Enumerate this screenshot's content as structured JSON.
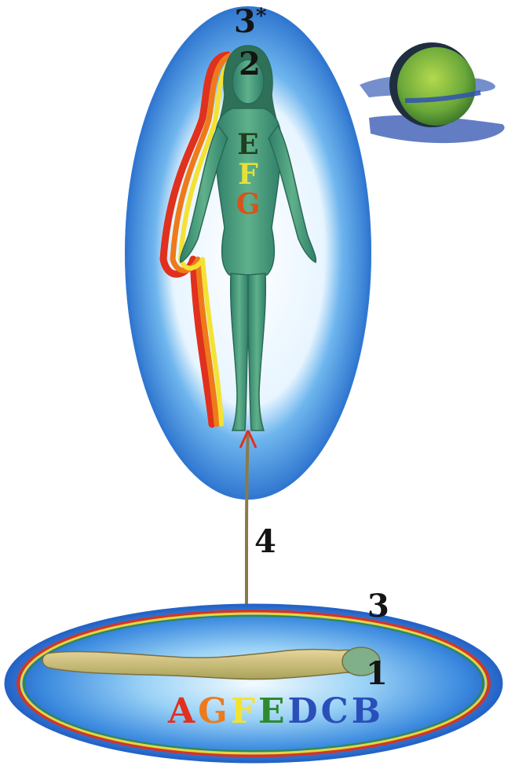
{
  "labels": {
    "upper_number": "2",
    "aura_number_top": "3",
    "aura_star": "*",
    "cord_number": "4",
    "lower_aura_number": "3",
    "body_number": "1"
  },
  "column_letters": [
    {
      "letter": "E",
      "color": "#1f3f1f"
    },
    {
      "letter": "F",
      "color": "#e5e03a"
    },
    {
      "letter": "G",
      "color": "#d8521c"
    }
  ],
  "row_letters": [
    {
      "letter": "A",
      "color": "#e0301e"
    },
    {
      "letter": "G",
      "color": "#ee7a1a"
    },
    {
      "letter": "F",
      "color": "#f3e233"
    },
    {
      "letter": "E",
      "color": "#2e8a2e"
    },
    {
      "letter": "D",
      "color": "#2a4fb8"
    },
    {
      "letter": "C",
      "color": "#2a4fb8"
    },
    {
      "letter": "B",
      "color": "#2a4fb8"
    }
  ],
  "colors": {
    "aura_blue": "#2f7fd8",
    "aura_edge": "#bfe3ff",
    "figure_green": "#3f9a7a",
    "moon_green": "#6fae3a",
    "rainbow": [
      "#e0301e",
      "#ee7a1a",
      "#f3e233",
      "#2e8a2e",
      "#2a4fb8"
    ]
  },
  "icons": [
    "moon-icon",
    "astral-figure",
    "physical-body",
    "silver-cord"
  ]
}
